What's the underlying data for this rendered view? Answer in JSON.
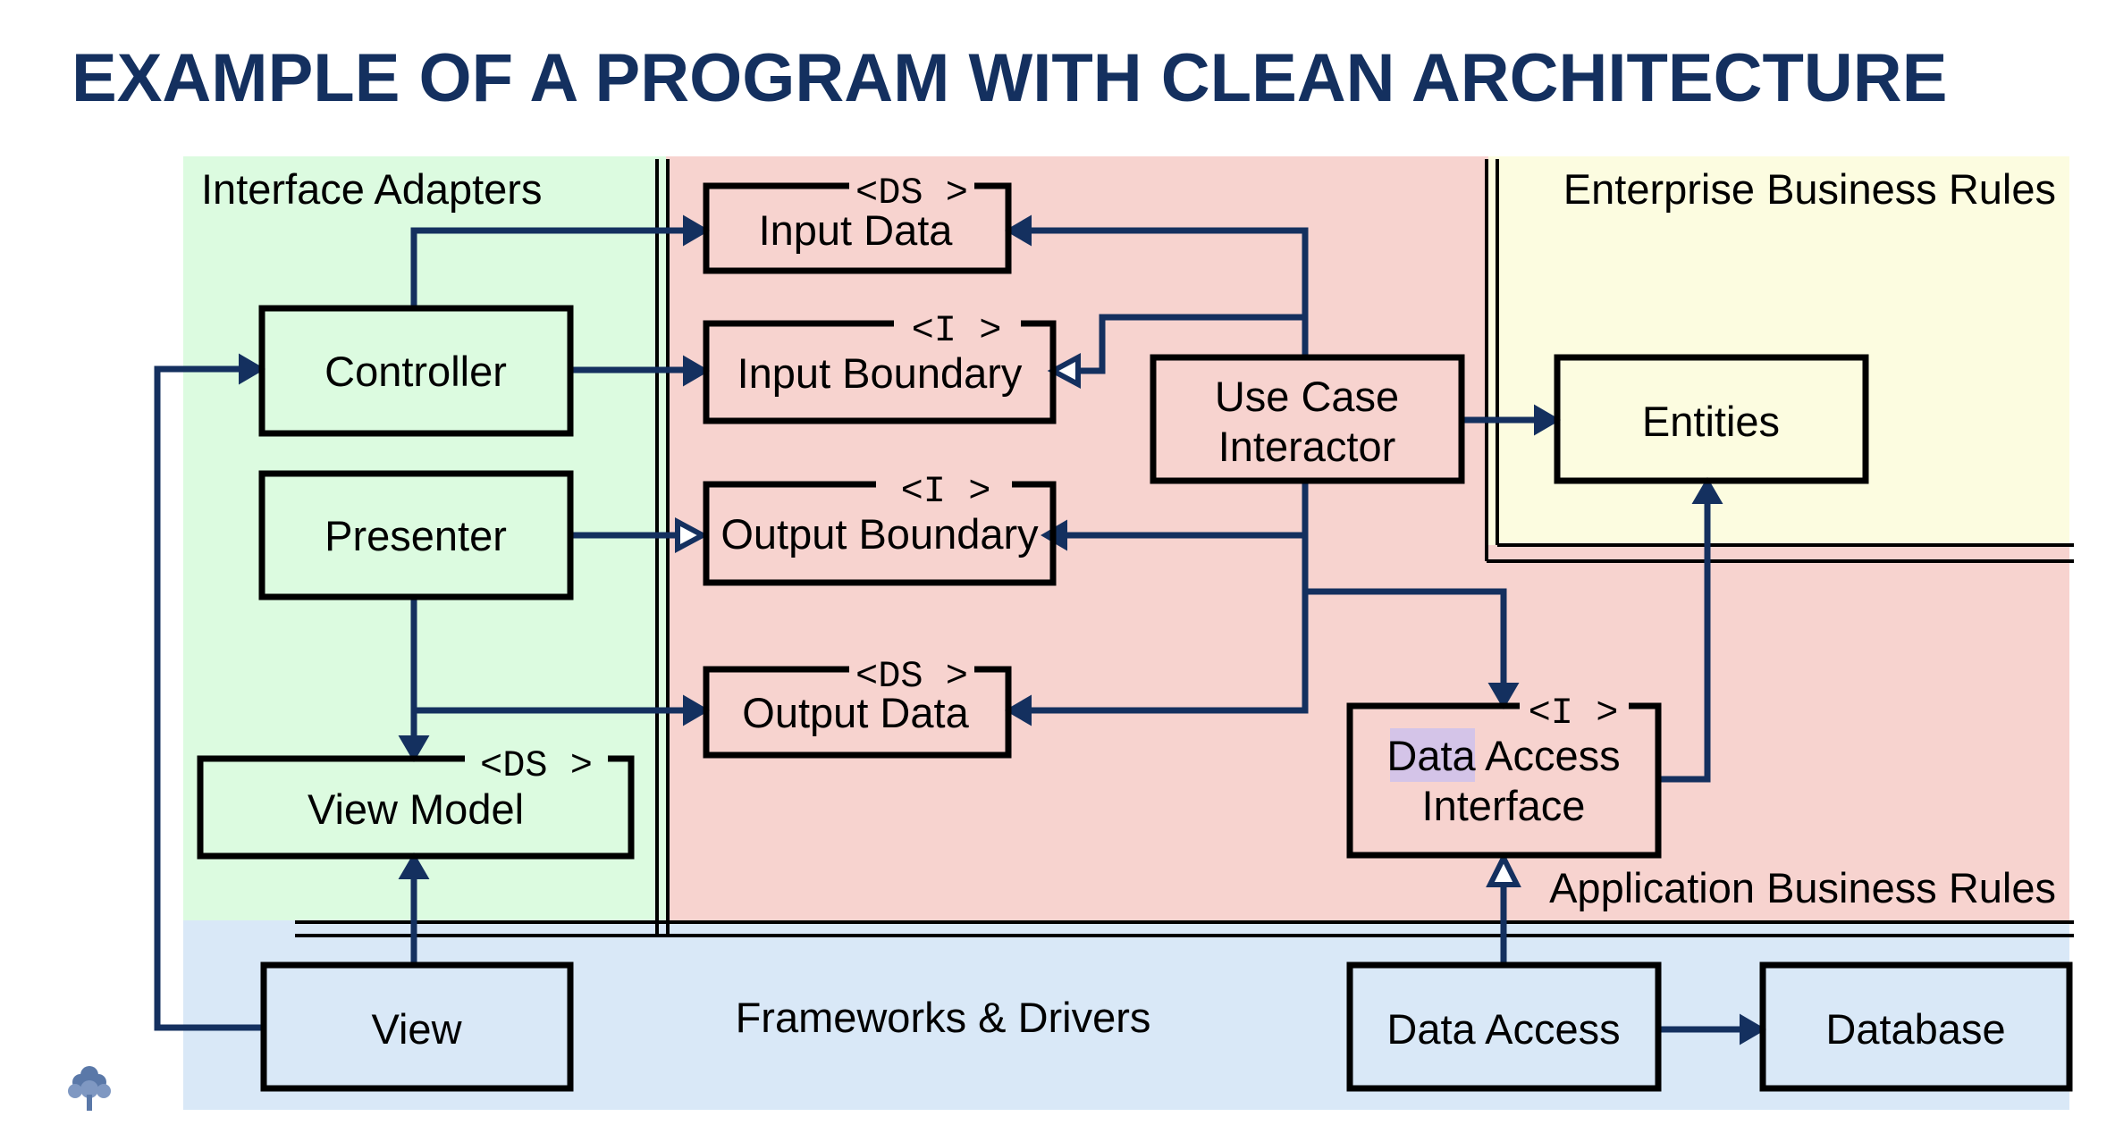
{
  "title": "EXAMPLE OF A PROGRAM WITH CLEAN ARCHITECTURE",
  "zones": {
    "interface_adapters": {
      "label": "Interface Adapters",
      "color": "#dcfbe0"
    },
    "application_business_rules": {
      "label": "Application Business Rules",
      "color": "#f7d3cf"
    },
    "enterprise_business_rules": {
      "label": "Enterprise Business Rules",
      "color": "#fcfce0"
    },
    "frameworks_drivers": {
      "label": "Frameworks & Drivers",
      "color": "#d9e8f7"
    }
  },
  "boxes": {
    "input_data": {
      "label": "Input Data",
      "tag": "<DS >"
    },
    "input_boundary": {
      "label": "Input Boundary",
      "tag": "<I >"
    },
    "output_boundary": {
      "label": "Output Boundary",
      "tag": "<I >"
    },
    "output_data": {
      "label": "Output Data",
      "tag": "<DS >"
    },
    "controller": {
      "label": "Controller"
    },
    "presenter": {
      "label": "Presenter"
    },
    "view_model": {
      "label": "View Model",
      "tag": "<DS >"
    },
    "use_case_interactor": {
      "line1": "Use Case",
      "line2": "Interactor"
    },
    "entities": {
      "label": "Entities"
    },
    "data_access_interface": {
      "line1_highlight": "Data",
      "line1_rest": " Access",
      "line2": "Interface",
      "tag": "<I >",
      "highlight_color": "#d4c4e8"
    },
    "view": {
      "label": "View"
    },
    "data_access": {
      "label": "Data Access"
    },
    "database": {
      "label": "Database"
    }
  },
  "colors": {
    "connector": "#14305f",
    "title": "#14305f"
  },
  "logo_icon": "tree-logo-icon"
}
